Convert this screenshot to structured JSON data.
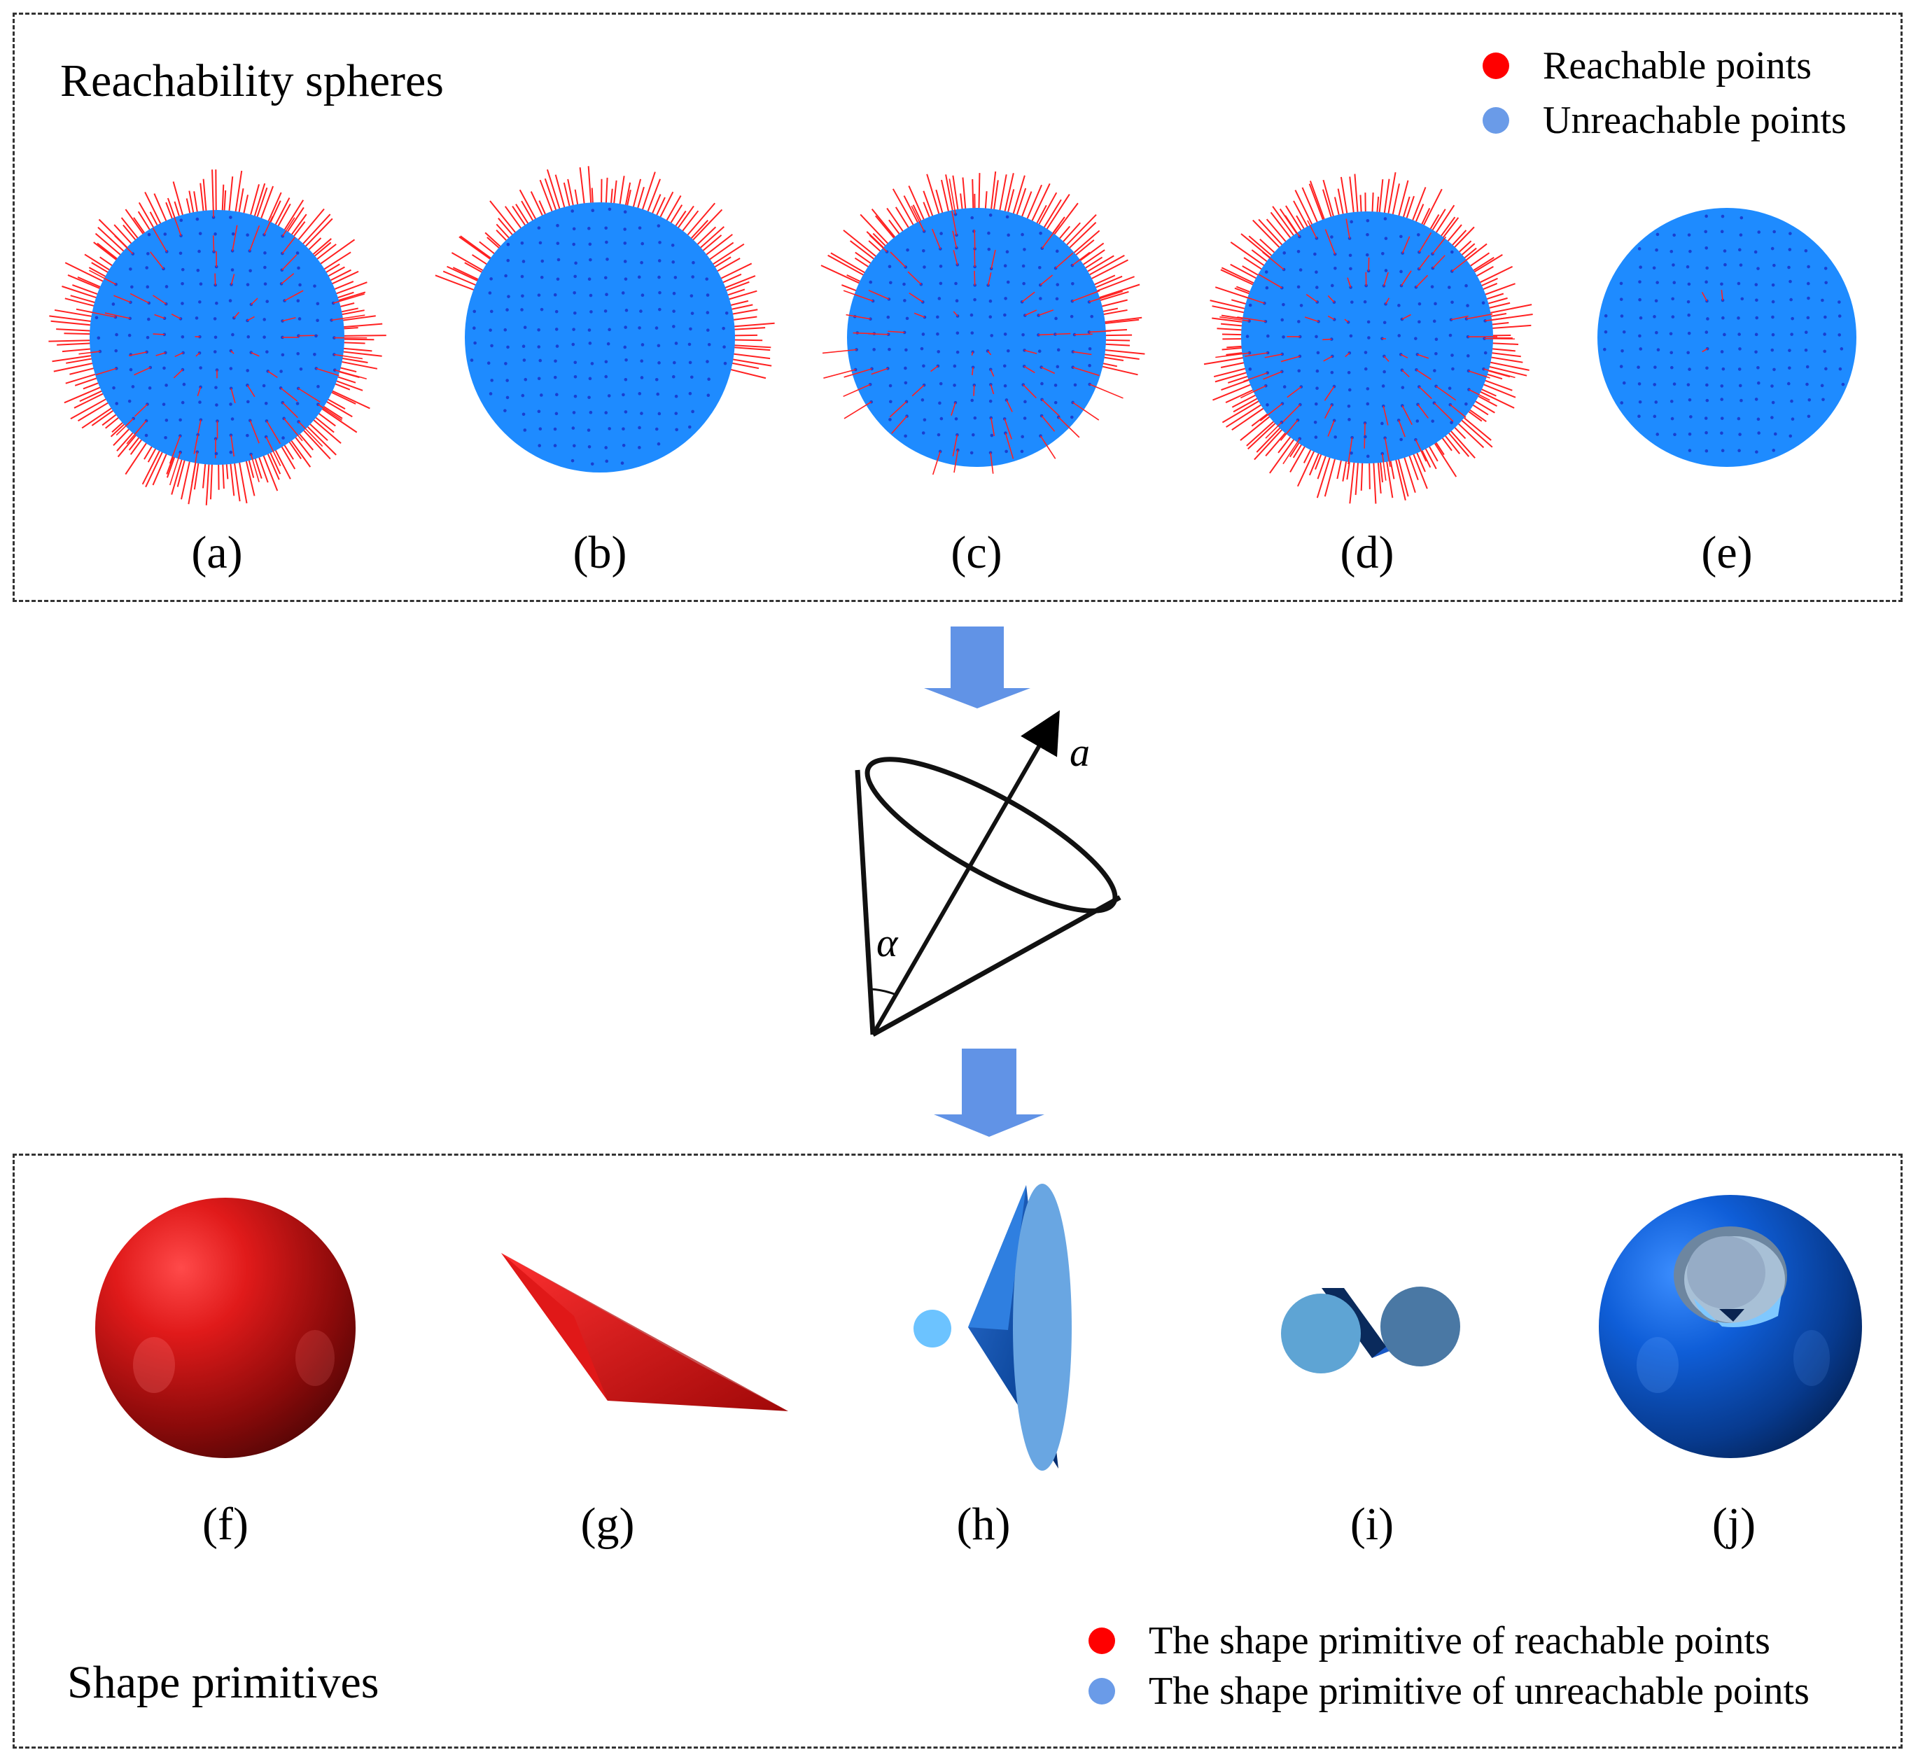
{
  "top_panel": {
    "title": "Reachability spheres",
    "legend": [
      {
        "label": "Reachable points",
        "color": "#ff0000"
      },
      {
        "label": "Unreachable points",
        "color": "#6a9be8"
      }
    ],
    "captions": [
      "(a)",
      "(b)",
      "(c)",
      "(d)",
      "(e)"
    ],
    "sphere_color": "#1e8bff",
    "spike_color": "#ff2020",
    "dot_color": "#1a3fd0"
  },
  "cone_diagram": {
    "axis_label": "a⃗",
    "angle_label": "α",
    "arrow_color": "#6193e6"
  },
  "bottom_panel": {
    "title": "Shape primitives",
    "legend": [
      {
        "label": "The shape primitive of reachable points",
        "color": "#ff0000"
      },
      {
        "label": "The shape primitive of unreachable points",
        "color": "#6a9be8"
      }
    ],
    "captions": [
      "(f)",
      "(g)",
      "(h)",
      "(i)",
      "(j)"
    ]
  }
}
